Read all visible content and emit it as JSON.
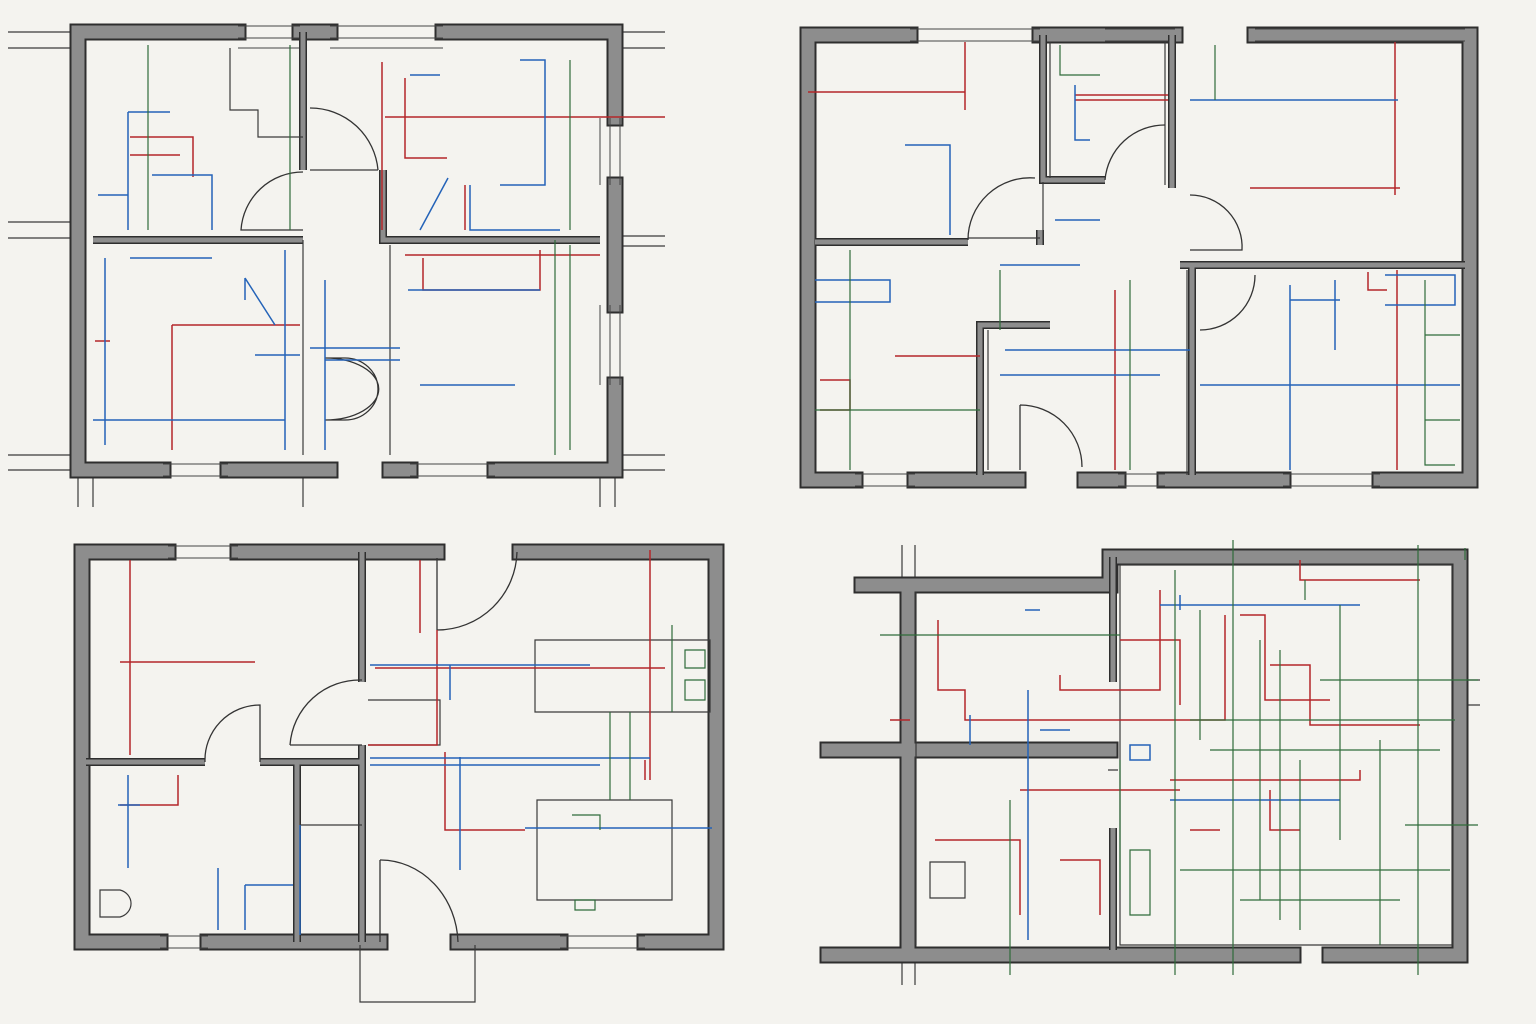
{
  "colors": {
    "background": "#f4f3ef",
    "wall": "#8d8d8d",
    "outline": "#2e2e2e",
    "red_line": "#b3262a",
    "blue_line": "#2463b8",
    "green_line": "#2f6b3a"
  },
  "plans": [
    {
      "id": "plan-top-left"
    },
    {
      "id": "plan-top-right"
    },
    {
      "id": "plan-bottom-left"
    },
    {
      "id": "plan-bottom-right"
    }
  ]
}
